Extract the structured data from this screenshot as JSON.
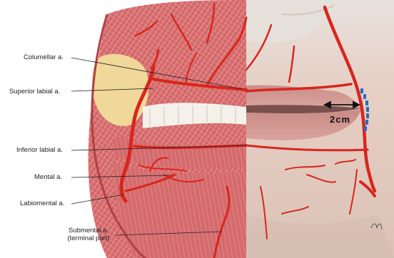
{
  "labels": {
    "columellar": "Columellar a.",
    "superior_labial": "Superior labial a.",
    "inferior_labial": "Inferior labial a.",
    "mental": "Mental a.",
    "labiomental": "Labiomental a.",
    "submental_line1": "Submental a.",
    "submental_line2": "(terminal part)"
  },
  "measurement": {
    "value": "2cm"
  },
  "colors": {
    "artery": "#d8261e",
    "artery_dark": "#a5161a",
    "muscle": "#d96b6b",
    "skin": "#e9cfc6",
    "fat": "#efd9a0",
    "marker_dash": "#1f6fc6"
  }
}
